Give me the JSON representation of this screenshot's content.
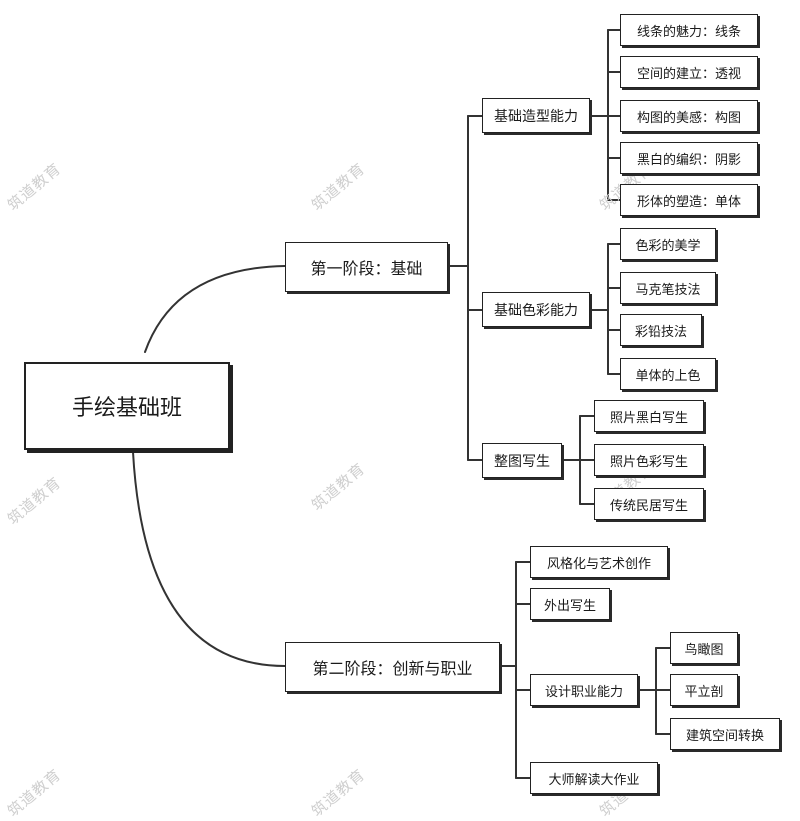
{
  "root": "手绘基础班",
  "stage1": {
    "label": "第一阶段：基础",
    "groups": [
      {
        "label": "基础造型能力",
        "items": [
          "线条的魅力：线条",
          "空间的建立：透视",
          "构图的美感：构图",
          "黑白的编织：阴影",
          "形体的塑造：单体"
        ]
      },
      {
        "label": "基础色彩能力",
        "items": [
          "色彩的美学",
          "马克笔技法",
          "彩铅技法",
          "单体的上色"
        ]
      },
      {
        "label": "整图写生",
        "items": [
          "照片黑白写生",
          "照片色彩写生",
          "传统民居写生"
        ]
      }
    ]
  },
  "stage2": {
    "label": "第二阶段：创新与职业",
    "items": [
      "风格化与艺术创作",
      "外出写生",
      "设计职业能力",
      "大师解读大作业"
    ],
    "design_sub": [
      "鸟瞰图",
      "平立剖",
      "建筑空间转换"
    ]
  },
  "watermark": "筑道教育"
}
